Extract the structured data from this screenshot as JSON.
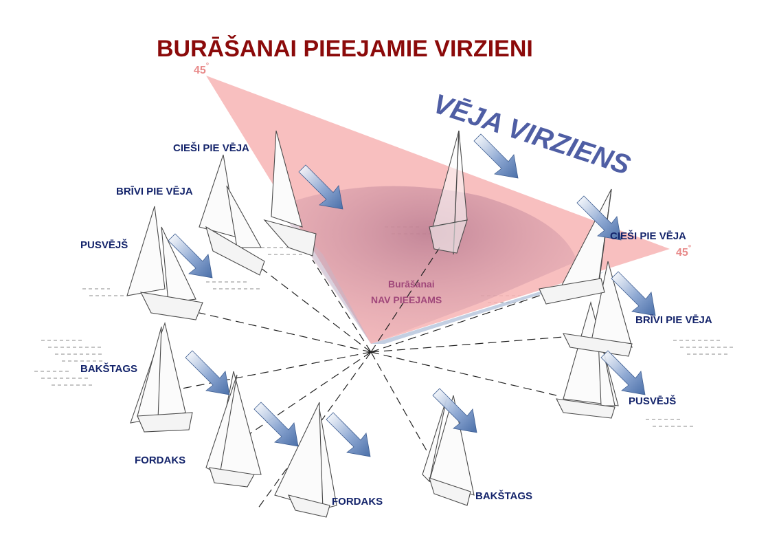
{
  "title": "BURĀŠANAI PIEEJAMIE VIRZIENI",
  "wind_direction": "VĒJA VIRZIENS",
  "angle_left": "45",
  "angle_right": "45",
  "degree_symbol": "°",
  "no_go": {
    "line1": "Burāšanai",
    "line2": "NAV PIEEJAMS"
  },
  "labels": {
    "close_hauled_left": "CIEŠI PIE VĒJA",
    "close_reach_left": "BRĪVI PIE VĒJA",
    "beam_reach_left": "PUSVĒJŠ",
    "broad_reach_left": "BAKŠTAGS",
    "running_left": "FORDAKS",
    "running_center": "FORDAKS",
    "broad_reach_right": "BAKŠTAGS",
    "beam_reach_right": "PUSVĒJŠ",
    "close_reach_right": "BRĪVI PIE VĒJA",
    "close_hauled_right": "CIEŠI PIE VĒJA"
  },
  "colors": {
    "title": "#8b0a0a",
    "wind_text": "#4f5ea4",
    "labels": "#14246b",
    "no_go_zone": "#f7b4b4",
    "arrow": "#5b7fb5"
  }
}
